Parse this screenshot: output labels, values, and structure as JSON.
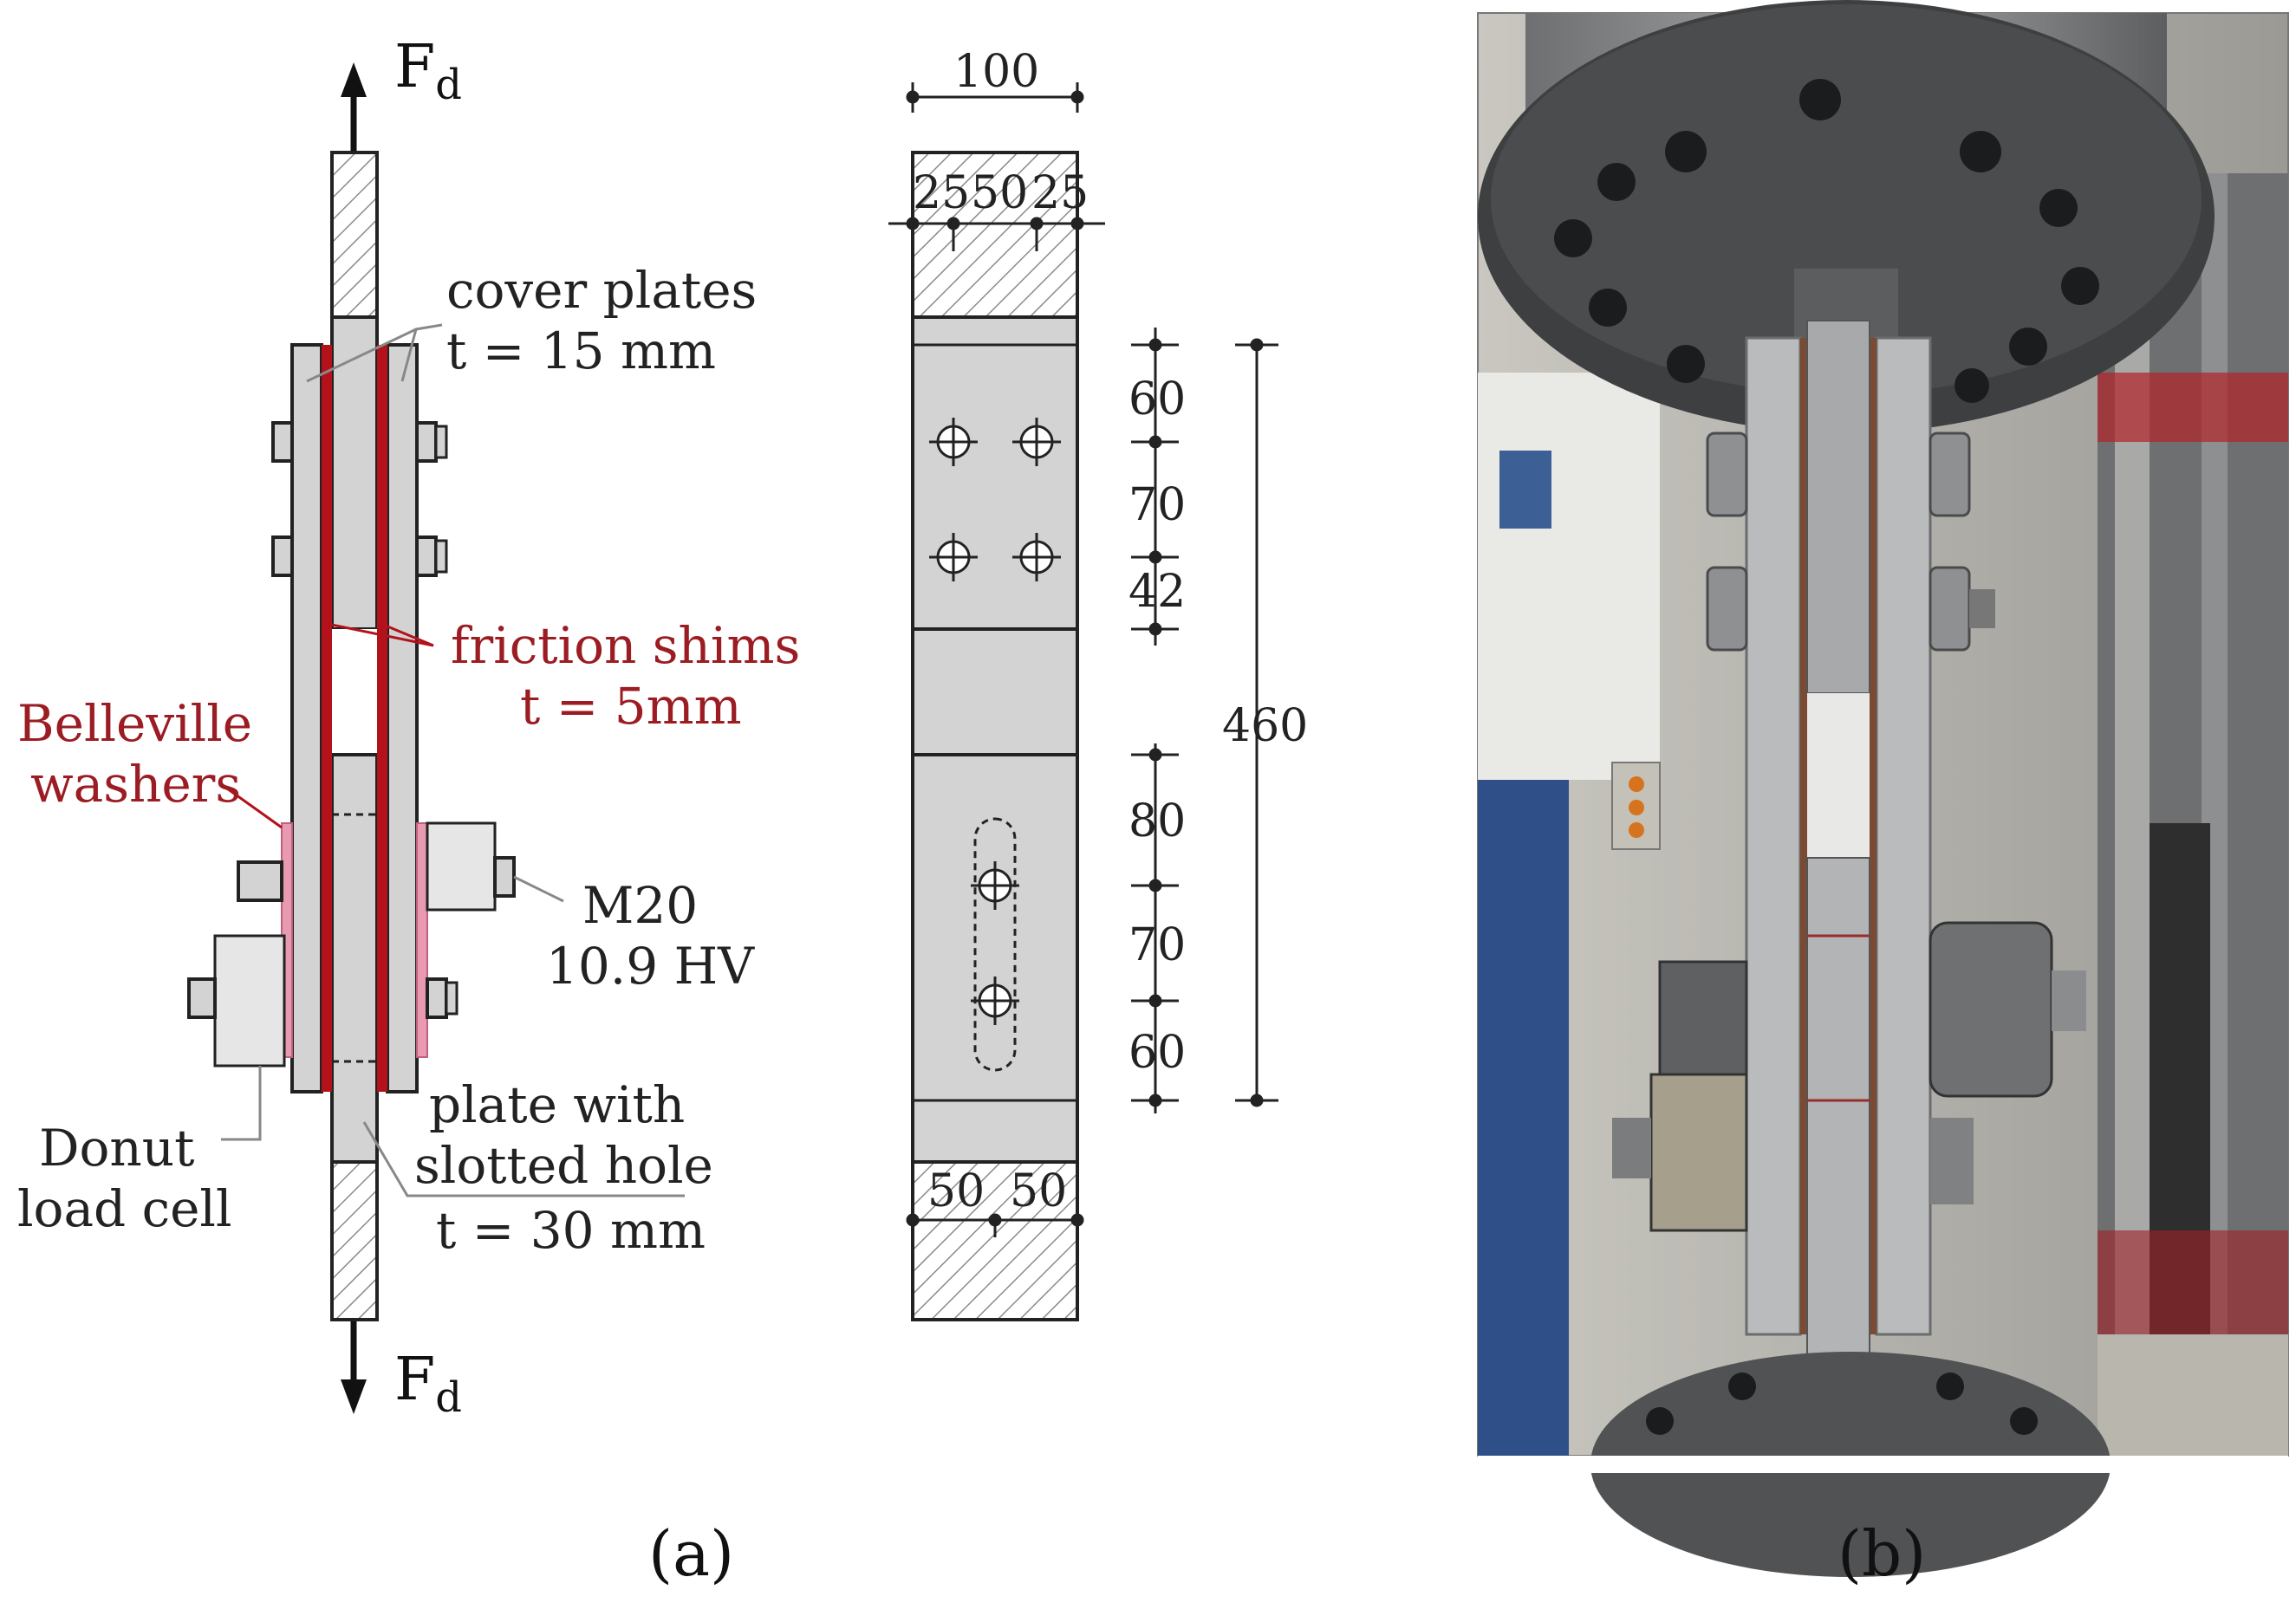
{
  "figure_a": {
    "caption": "(a)",
    "force_label": "F",
    "force_subscript": "d",
    "labels": {
      "cover_plates_line1": "cover plates",
      "cover_plates_line2": "t = 15 mm",
      "friction_shims_line1": "friction shims",
      "friction_shims_line2": "t = 5mm",
      "belleville_line1": "Belleville",
      "belleville_line2": "washers",
      "bolt_line1": "M20",
      "bolt_line2": "10.9 HV",
      "donut_line1": "Donut",
      "donut_line2": "load cell",
      "plate_line1": "plate with",
      "plate_line2": "slotted hole",
      "plate_line3": "t = 30 mm"
    },
    "dimensions": {
      "width_total": "100",
      "top_edge_1": "25",
      "top_mid": "50",
      "top_edge_2": "25",
      "bottom_1": "50",
      "bottom_2": "50",
      "v1": "60",
      "v2": "70",
      "v3": "42",
      "v4": "80",
      "v5": "70",
      "v6": "60",
      "overall": "460"
    },
    "colors": {
      "steel": "#d3d3d3",
      "shim": "#b3121b",
      "washer": "#e89ab0",
      "outline": "#222222",
      "label_red": "#9b1c22"
    }
  },
  "figure_b": {
    "caption": "(b)"
  }
}
